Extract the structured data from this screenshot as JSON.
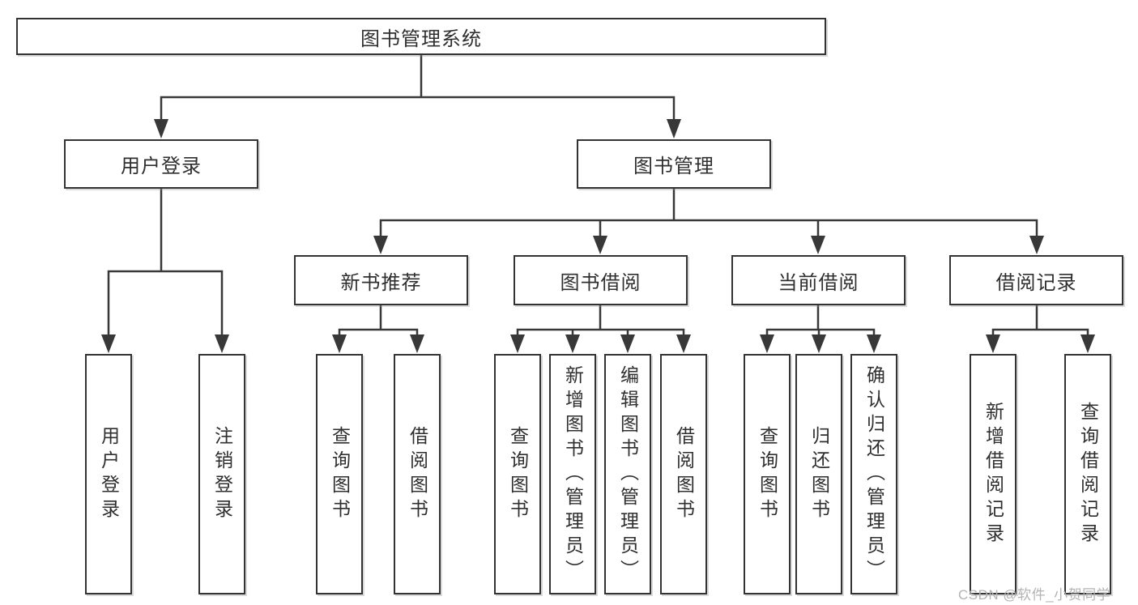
{
  "colors": {
    "line": "#383838",
    "border": "#333333",
    "text": "#2f2f2f",
    "watermark": "#b3b3b3",
    "background": "#ffffff"
  },
  "watermark": "CSDN @软件_小贺同学",
  "tree": {
    "root": {
      "label": "图书管理系统"
    },
    "branches": [
      {
        "label": "用户登录",
        "children": [
          "用户登录",
          "注销登录"
        ]
      },
      {
        "label": "图书管理",
        "sections": [
          {
            "label": "新书推荐",
            "children": [
              "查询图书",
              "借阅图书"
            ]
          },
          {
            "label": "图书借阅",
            "children": [
              "查询图书",
              "新增图书（管理员）",
              "编辑图书（管理员）",
              "借阅图书"
            ]
          },
          {
            "label": "当前借阅",
            "children": [
              "查询图书",
              "归还图书",
              "确认归还（管理员）"
            ]
          },
          {
            "label": "借阅记录",
            "children": [
              "新增借阅记录",
              "查询借阅记录"
            ]
          }
        ]
      }
    ]
  }
}
